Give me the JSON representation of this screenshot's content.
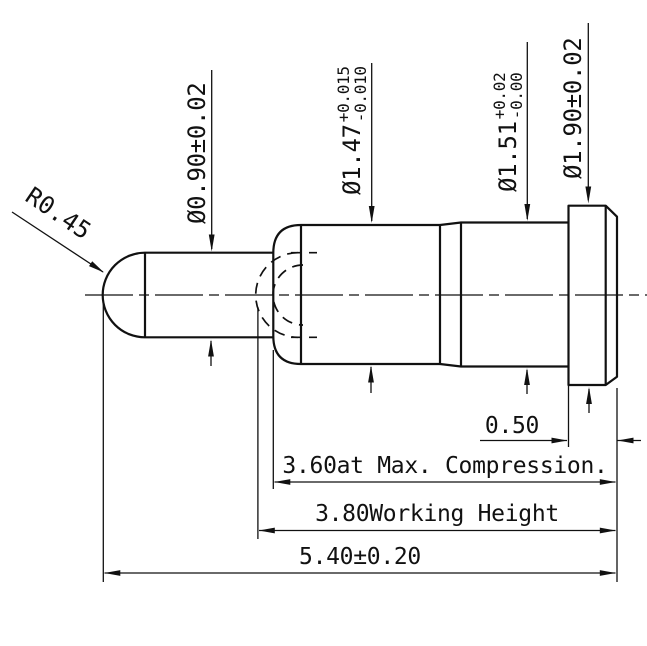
{
  "drawing": {
    "colors": {
      "line": "#111111",
      "background": "#ffffff"
    },
    "labels": {
      "tip_radius": "R0.45",
      "plunger_dia": "Ø0.90±0.02",
      "barrel_dia": {
        "value": "Ø1.47",
        "tol_plus": "+0.015",
        "tol_minus": "-0.010"
      },
      "mid_dia": {
        "value": "Ø1.51",
        "tol_plus": "+0.02",
        "tol_minus": "-0.00"
      },
      "flange_dia": "Ø1.90±0.02",
      "flange_width": "0.50",
      "max_compression": "3.60at Max. Compression.",
      "working_height": "3.80Working Height",
      "free_length": "5.40±0.20"
    }
  }
}
